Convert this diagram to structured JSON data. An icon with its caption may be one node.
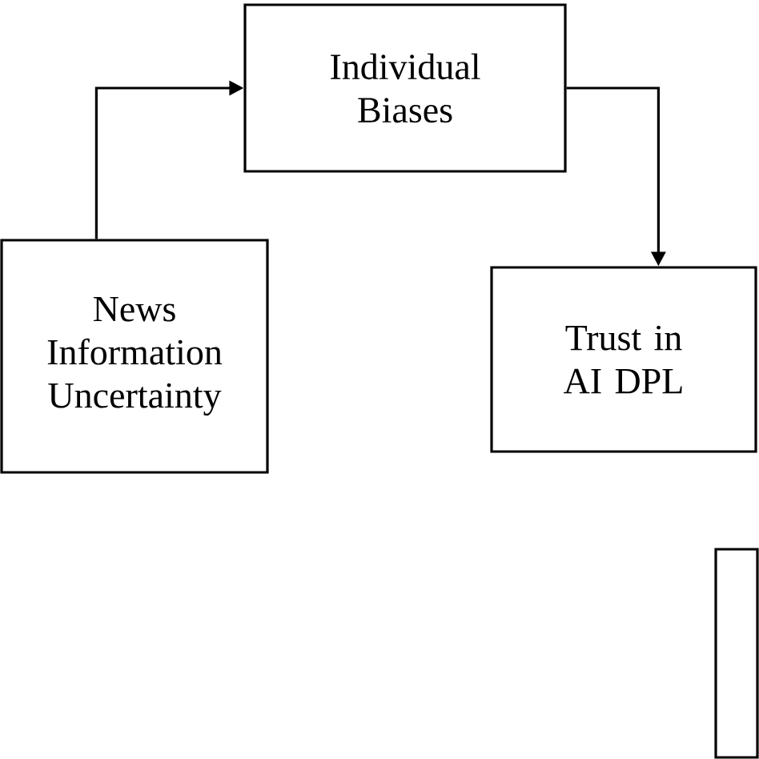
{
  "diagram": {
    "nodes": [
      {
        "text": [
          "News Information Uncertainty"
        ]
      },
      {
        "text": [
          "Individual Biases"
        ]
      },
      {
        "text": [
          "Trust in AI DPL"
        ]
      },
      {
        "text": [],
        "shape": "box"
      }
    ],
    "edges": [
      {
        "from": 0,
        "to": 1,
        "arrow": "to"
      },
      {
        "from": 1,
        "to": 2,
        "arrow": "to"
      }
    ]
  }
}
